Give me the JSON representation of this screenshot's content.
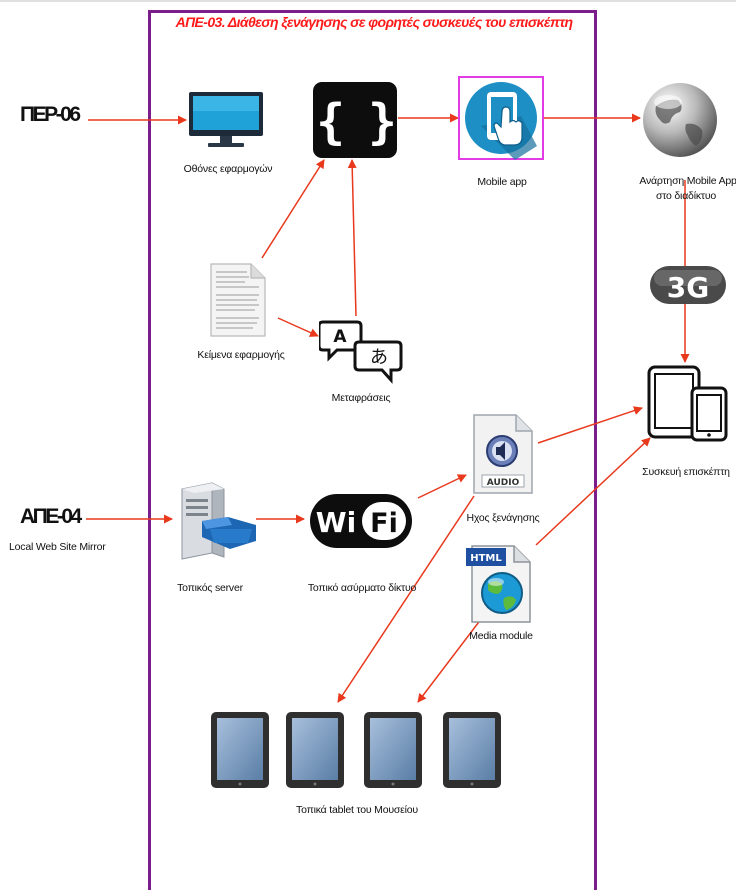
{
  "title": "ΑΠΕ-03. Διάθεση ξενάγησης σε φορητές συσκευές του επισκέπτη",
  "external": {
    "per06": "ΠΕΡ-06",
    "ape04": "ΑΠΕ-04",
    "ape04_sub": "Local Web Site Mirror"
  },
  "nodes": {
    "monitor": "Οθόνες εφαρμογών",
    "code": "",
    "mobile_app": "Mobile app",
    "globe_line1": "Ανάρτηση Mobile App",
    "globe_line2": "στο διαδίκτυο",
    "network_3g": "3G",
    "texts": "Κείμενα εφαρμογής",
    "translations": "Μεταφράσεις",
    "device": "Συσκευή επισκέπτη",
    "audio": "Ηχος ξενάγησης",
    "audio_badge": "AUDIO",
    "server": "Τοπικός server",
    "wifi": "Τοπικό ασύρματο δίκτυο",
    "wifi_wi": "Wi",
    "wifi_fi": "Fi",
    "html": "Media module",
    "html_badge": "HTML",
    "tablets": "Τοπικά tablet του Μουσείου"
  },
  "translation_glyphs": {
    "a": "A",
    "b": "あ"
  },
  "colors": {
    "frame": "#7b1e8c",
    "title": "#ff1a1a",
    "arrow": "#e8391d"
  }
}
